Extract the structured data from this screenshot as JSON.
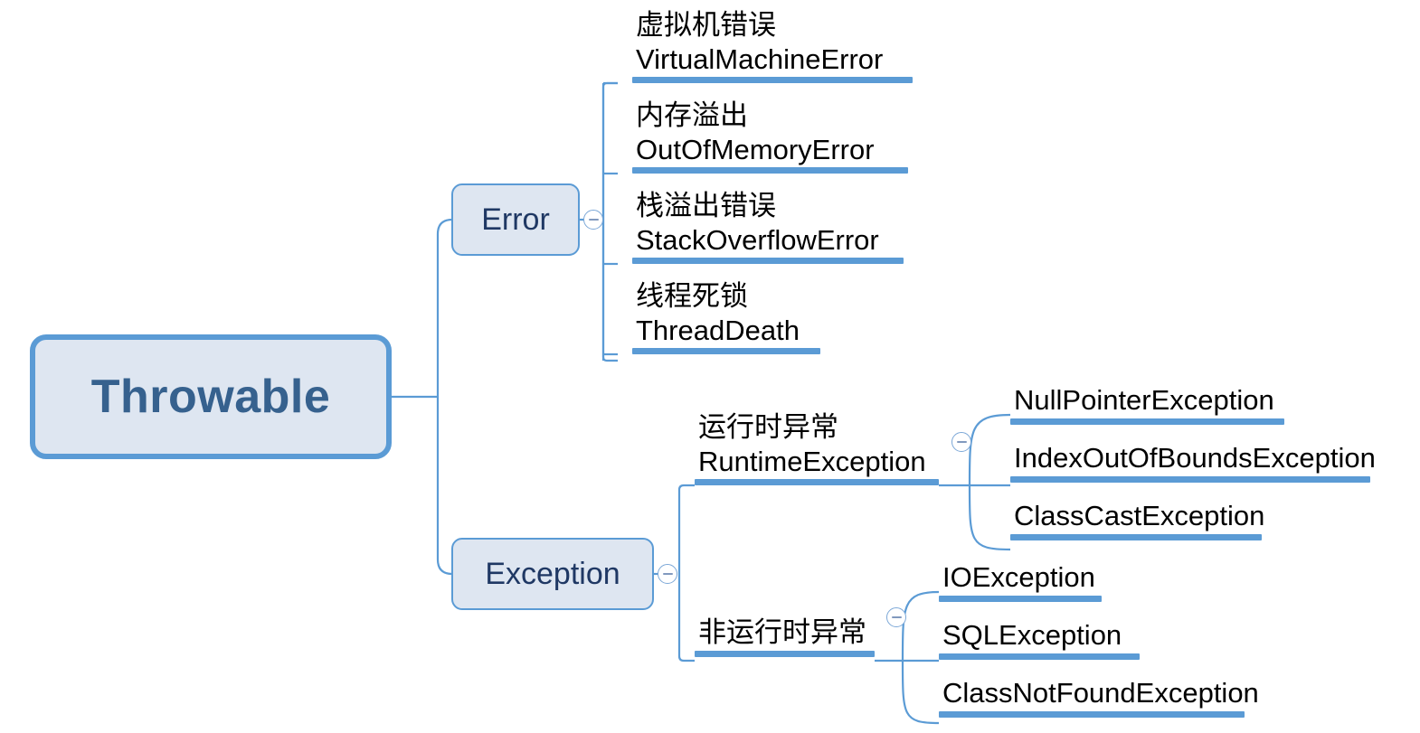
{
  "diagram": {
    "type": "mind-map",
    "title": "Throwable",
    "background_color": "#FFFFFF",
    "accent_color": "#5B9BD5",
    "node_fill_color": "#DEE6F1",
    "root_text_color": "#36618E",
    "branch_text_color": "#1F3864",
    "leaf_text_color": "#000000"
  },
  "root": {
    "label": "Throwable"
  },
  "branches": {
    "error": {
      "label": "Error",
      "toggle_icon": "collapse-minus-icon",
      "children": [
        {
          "cn": "虚拟机错误",
          "en": "VirtualMachineError"
        },
        {
          "cn": "内存溢出",
          "en": "OutOfMemoryError"
        },
        {
          "cn": "栈溢出错误",
          "en": "StackOverflowError"
        },
        {
          "cn": "线程死锁",
          "en": "ThreadDeath"
        }
      ]
    },
    "exception": {
      "label": "Exception",
      "toggle_icon": "collapse-minus-icon",
      "children": [
        {
          "cn": "运行时异常",
          "en": "RuntimeException",
          "toggle_icon": "collapse-minus-icon",
          "leaves": [
            "NullPointerException",
            "IndexOutOfBoundsException",
            "ClassCastException"
          ]
        },
        {
          "cn": "非运行时异常",
          "en": "",
          "toggle_icon": "collapse-minus-icon",
          "leaves": [
            "IOException",
            "SQLException",
            "ClassNotFoundException"
          ]
        }
      ]
    }
  }
}
